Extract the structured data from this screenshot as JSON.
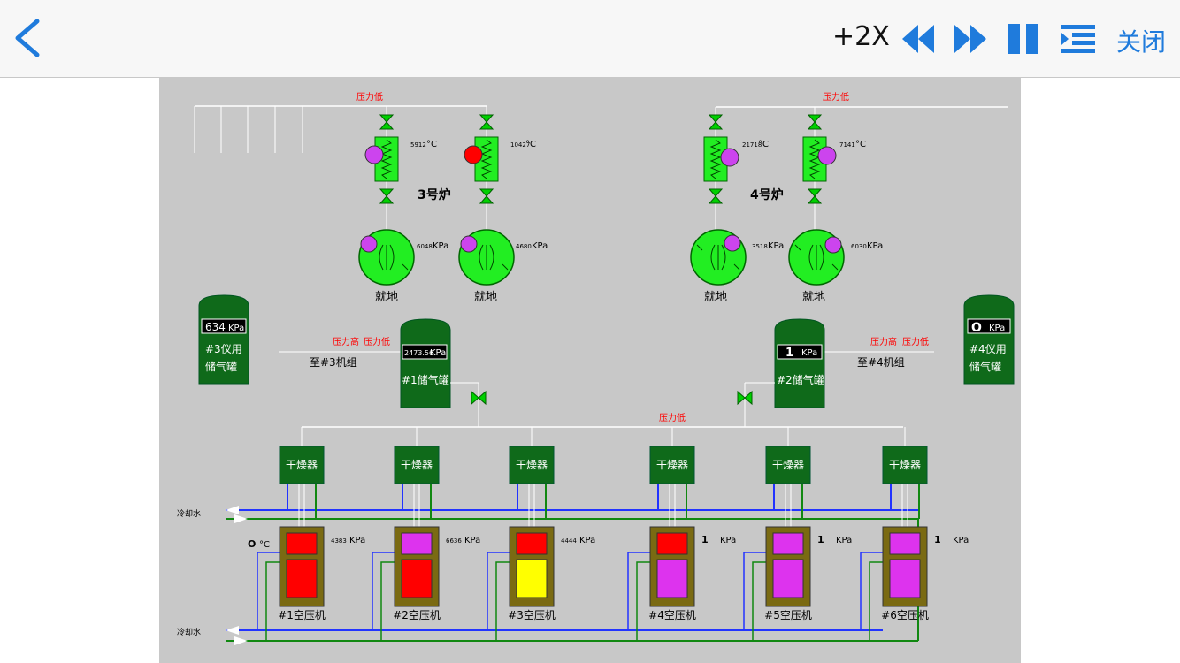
{
  "toolbar": {
    "back_icon": "chevron-left-icon",
    "speed": "+2X",
    "rewind_icon": "rewind-icon",
    "fast_forward_icon": "fast-forward-icon",
    "pause_icon": "pause-icon",
    "list_icon": "list-icon",
    "close_label": "关闭",
    "accent_color": "#1f7bdc"
  },
  "diagram": {
    "boiler3": {
      "label": "3号炉",
      "header_alarm": "压力低",
      "heater_left_temp": "5912",
      "heater_right_temp": "10427",
      "temp_unit": "°C",
      "fan_left_pressure": "6048",
      "fan_right_pressure": "4680",
      "pressure_unit": "KPa",
      "fan_left_label": "就地",
      "fan_right_label": "就地"
    },
    "boiler4": {
      "label": "4号炉",
      "header_alarm": "压力低",
      "heater_left_temp": "21718",
      "heater_right_temp": "7141",
      "temp_unit": "°C",
      "fan_left_pressure": "3518",
      "fan_right_pressure": "6030",
      "pressure_unit": "KPa",
      "fan_left_label": "就地",
      "fan_right_label": "就地"
    },
    "tank3_inst": {
      "value": "634",
      "unit": "KPa",
      "line1": "#3仪用",
      "line2": "储气罐"
    },
    "tank4_inst": {
      "value": "O",
      "unit": "KPa",
      "line1": "#4仪用",
      "line2": "储气罐"
    },
    "tank1": {
      "value": "2473.56",
      "unit": "KPa",
      "label": "#1储气罐",
      "alarm_high": "压力高",
      "alarm_low": "压力低",
      "dest": "至#3机组"
    },
    "tank2": {
      "value": "1",
      "unit": "KPa",
      "label": "#2储气罐",
      "alarm_high": "压力高",
      "alarm_low": "压力低",
      "dest": "至#4机组"
    },
    "manifold_alarm": "压力低",
    "dryer_label": "干燥器",
    "cooling_water_in": "冷却水",
    "cooling_water_out": "冷却水",
    "compressor1_temp": "O",
    "compressor1_temp_unit": "°C",
    "compressors": [
      {
        "label": "#1空压机",
        "pressure": "4383",
        "unit": "KPa",
        "top_color": "#ff0000",
        "bottom_color": "#ff0000"
      },
      {
        "label": "#2空压机",
        "pressure": "6636",
        "unit": "KPa",
        "top_color": "#dd33ee",
        "bottom_color": "#ff0000"
      },
      {
        "label": "#3空压机",
        "pressure": "4444",
        "unit": "KPa",
        "top_color": "#ff0000",
        "bottom_color": "#ffff00"
      },
      {
        "label": "#4空压机",
        "pressure": "1",
        "unit": "KPa",
        "top_color": "#ff0000",
        "bottom_color": "#dd33ee"
      },
      {
        "label": "#5空压机",
        "pressure": "1",
        "unit": "KPa",
        "top_color": "#dd33ee",
        "bottom_color": "#dd33ee"
      },
      {
        "label": "#6空压机",
        "pressure": "1",
        "unit": "KPa",
        "top_color": "#dd33ee",
        "bottom_color": "#dd33ee"
      }
    ]
  }
}
